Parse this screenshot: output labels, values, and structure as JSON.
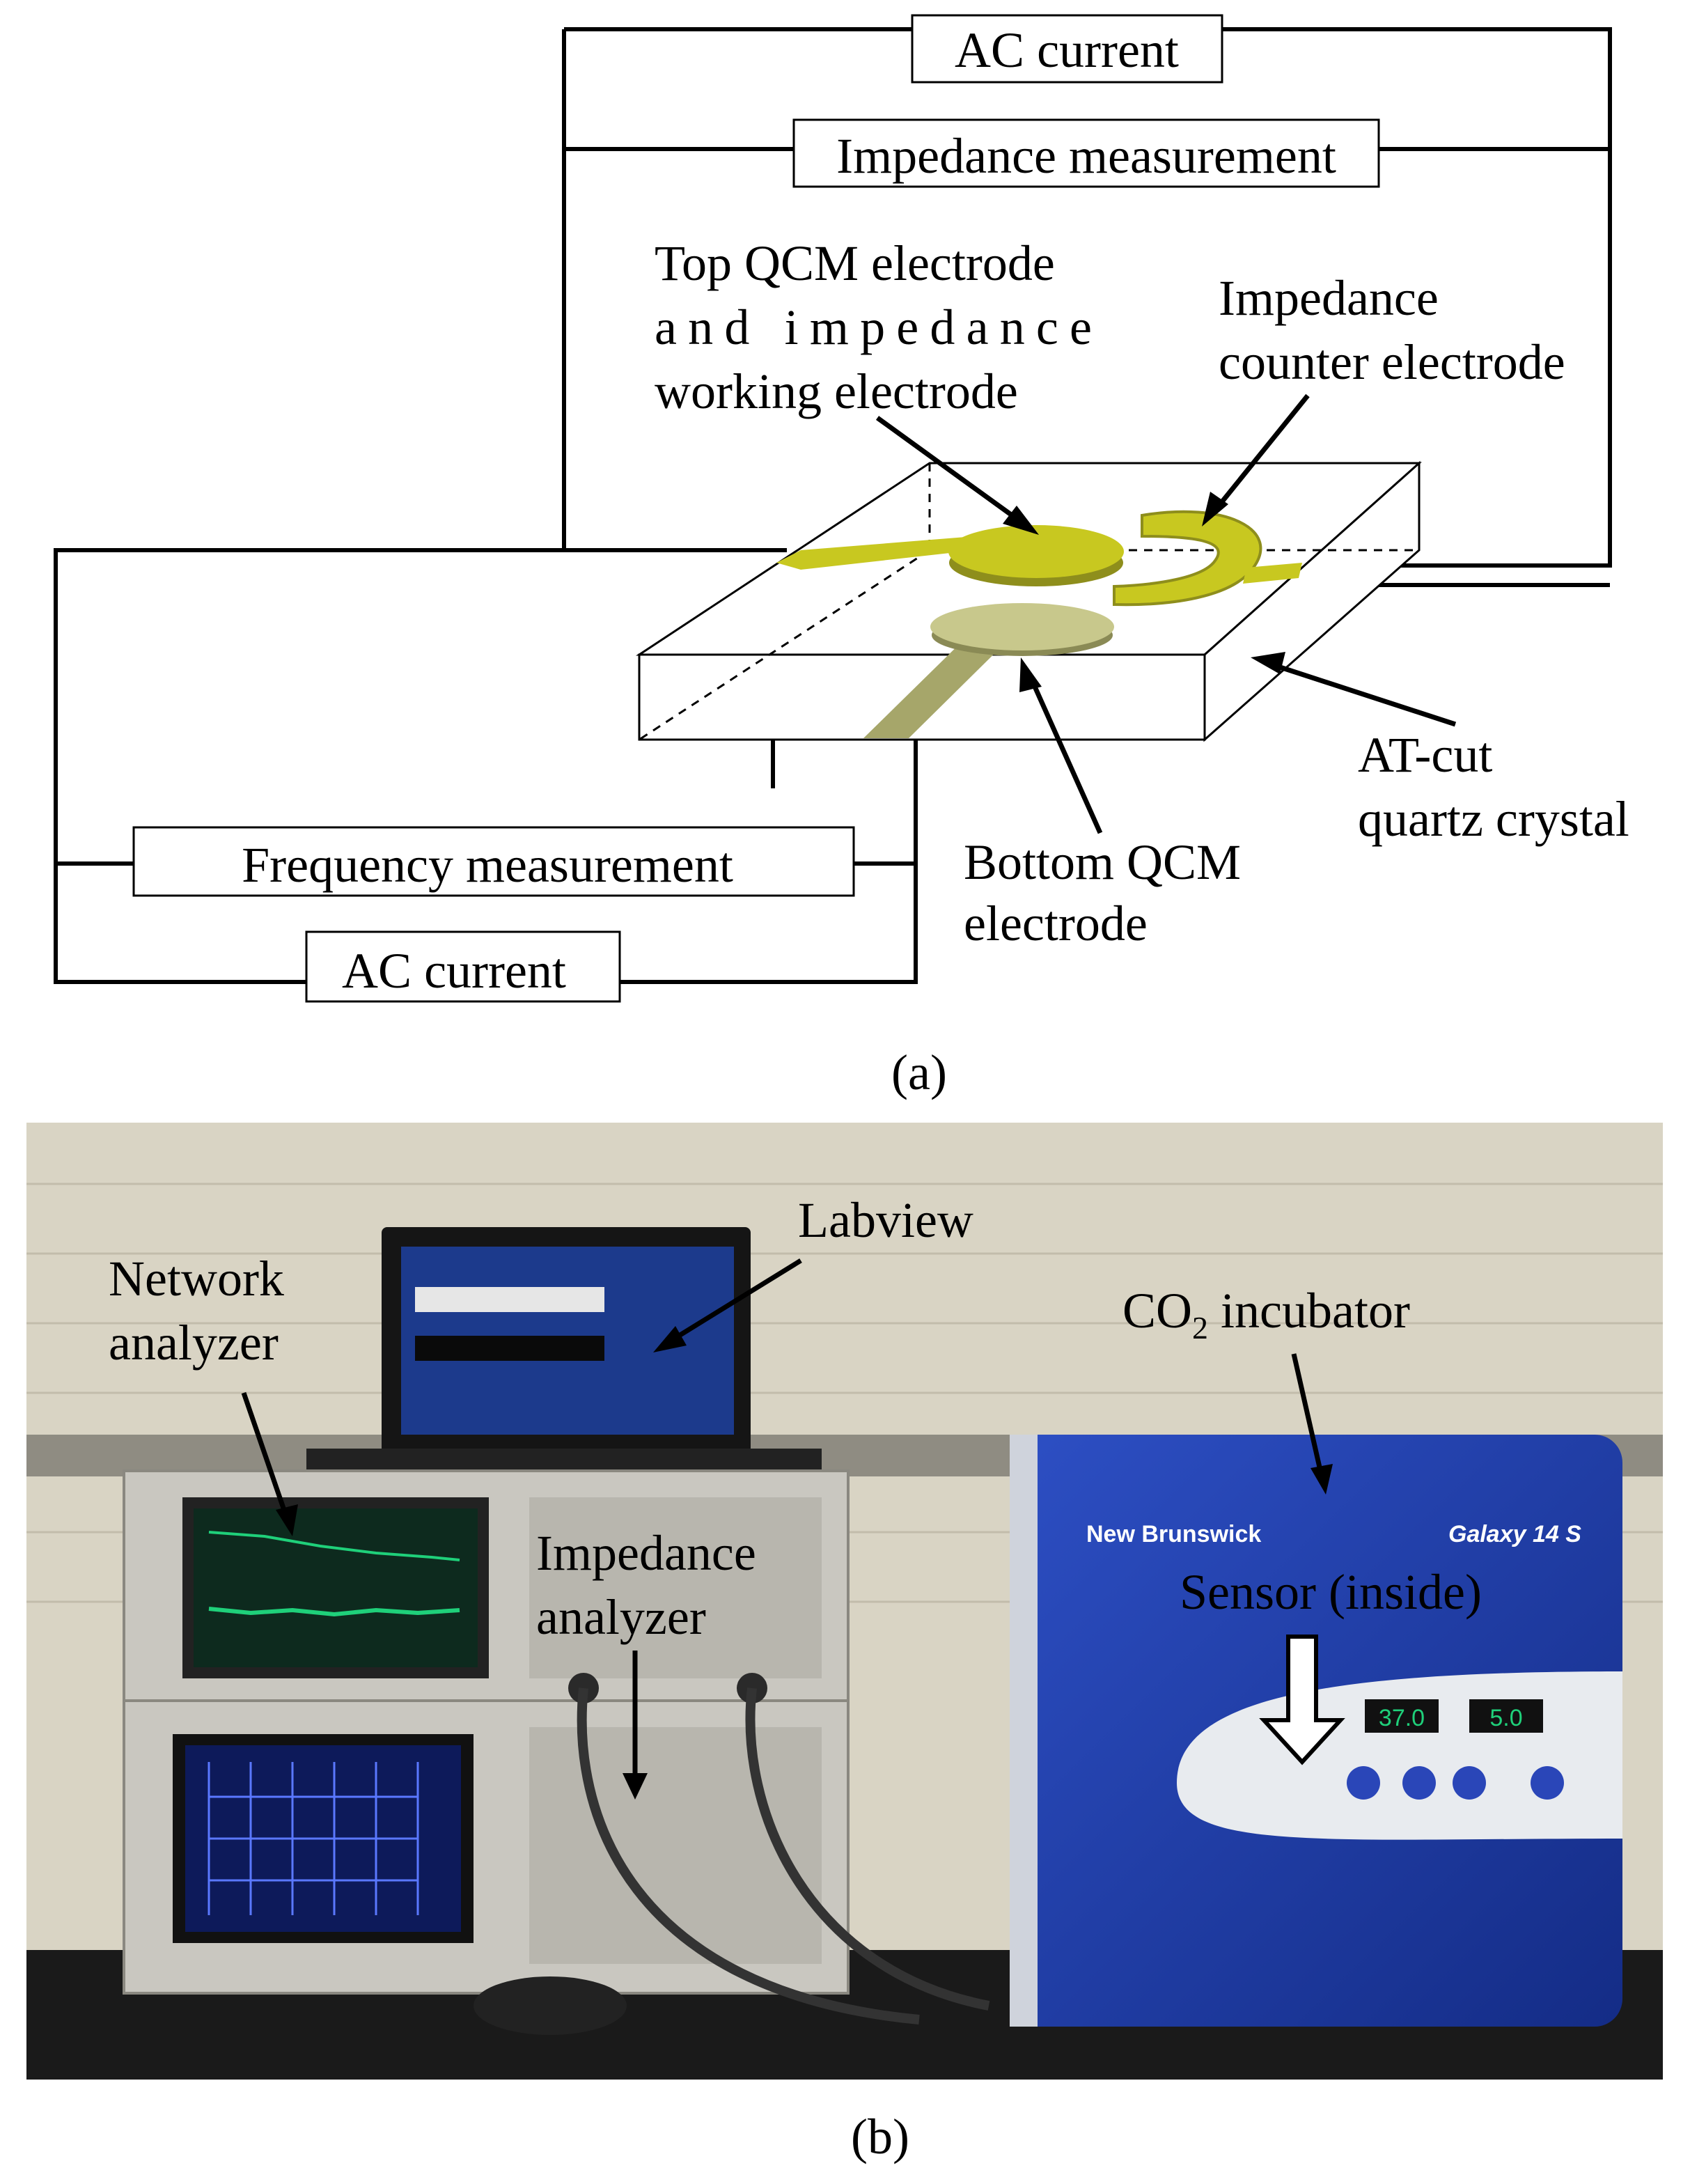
{
  "panel_a": {
    "boxes": {
      "ac_current_top": "AC current",
      "impedance_measurement": "Impedance measurement",
      "frequency_measurement": "Frequency measurement",
      "ac_current_bottom": "AC current"
    },
    "labels": {
      "top_electrode": [
        "Top QCM electrode",
        "and impedance",
        "working electrode"
      ],
      "counter_electrode": [
        "Impedance",
        "counter electrode"
      ],
      "crystal": [
        "AT-cut",
        "quartz crystal"
      ],
      "bottom_electrode": [
        "Bottom QCM",
        "electrode"
      ]
    },
    "caption": "(a)",
    "colors": {
      "electrode": "#c8c820",
      "electrode_dark": "#8a8a3a",
      "bottom_electrode": "#b4b478"
    }
  },
  "panel_b": {
    "labels": {
      "labview": "Labview",
      "network_analyzer": [
        "Network",
        "analyzer"
      ],
      "co2_prefix": "CO",
      "co2_sub": "2",
      "co2_suffix": " incubator",
      "impedance_analyzer": [
        "Impedance",
        "analyzer"
      ],
      "sensor": "Sensor (inside)"
    },
    "device_text": {
      "brand": "New Brunswick",
      "model": "Galaxy 14 S",
      "display_temp": "37.0",
      "display_co2": "5.0"
    },
    "caption": "(b)",
    "colors": {
      "wall": "#d9d4c4",
      "incubator_blue": "#1c3aa8",
      "screen_green": "#1fd07a",
      "instrument_gray": "#c9c7c0"
    }
  }
}
